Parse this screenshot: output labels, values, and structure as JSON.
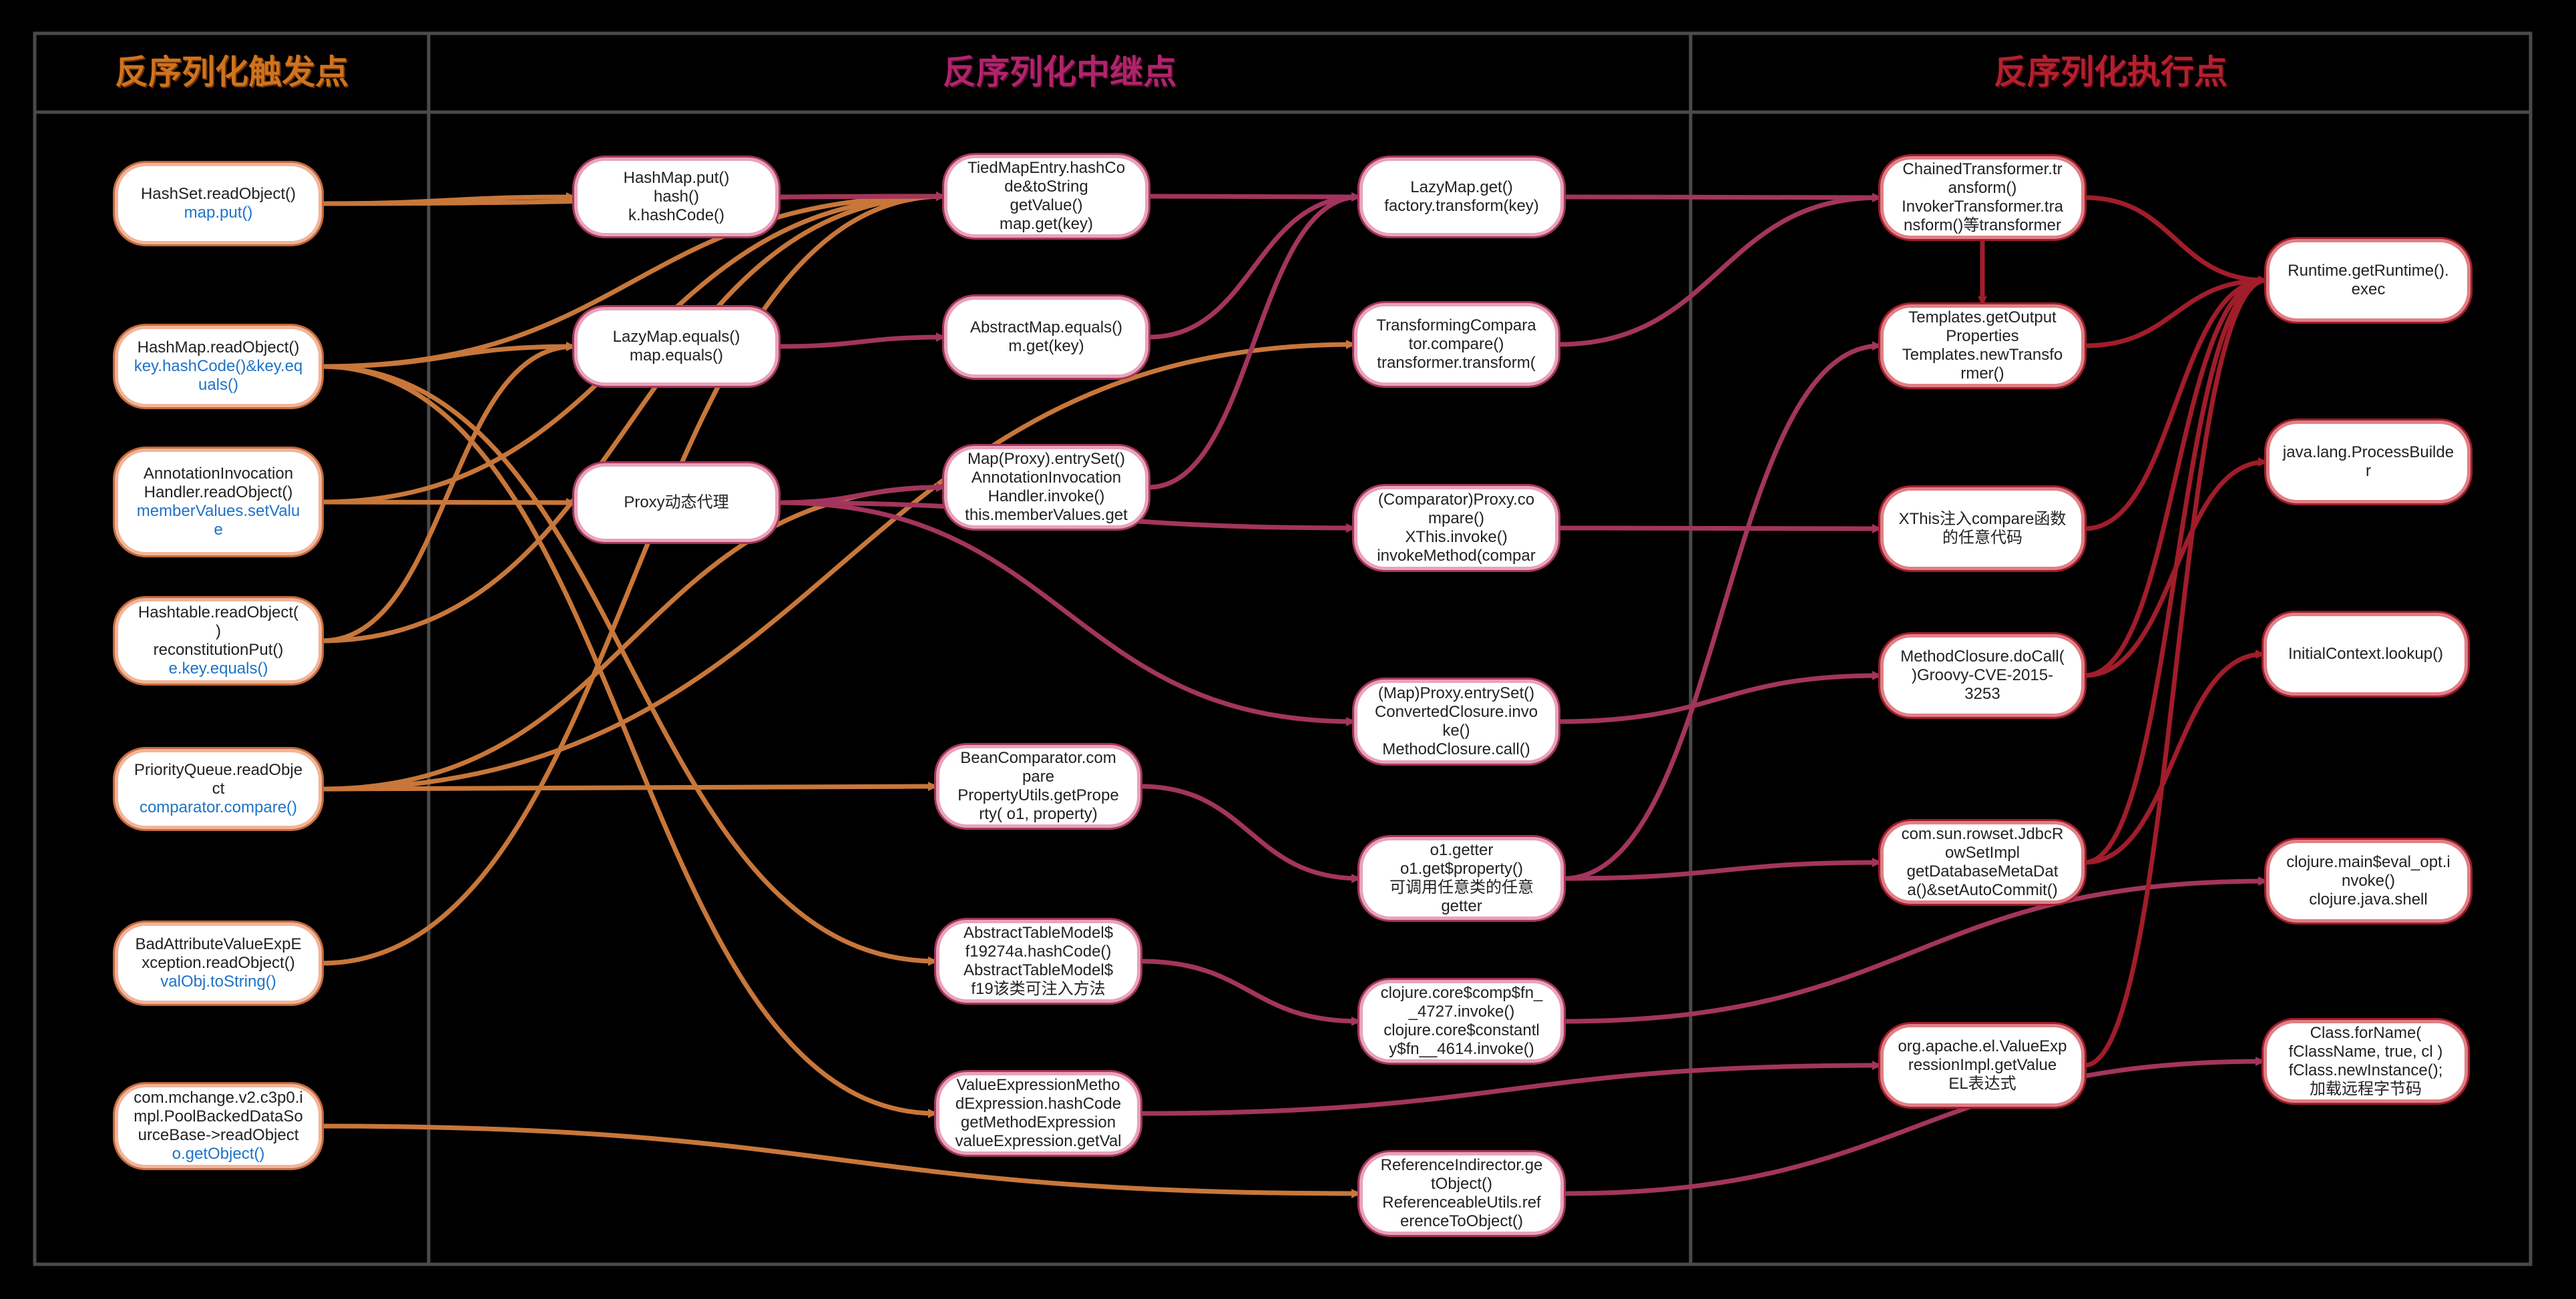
{
  "columns": {
    "trigger": "反序列化触发点",
    "chain": "反序列化中继点",
    "exec": "反序列化执行点"
  },
  "nodes": {
    "hs": {
      "lines": [
        "HashSet.readObject()"
      ],
      "blue": [
        "map.put()"
      ]
    },
    "hmr": {
      "lines": [
        "HashMap.readObject()"
      ],
      "blue": [
        "key.hashCode()&key.eq",
        "uals()"
      ]
    },
    "aih": {
      "lines": [
        "AnnotationInvocation",
        "Handler.readObject()"
      ],
      "blue": [
        "memberValues.setValu",
        "e"
      ]
    },
    "ht": {
      "lines": [
        "Hashtable.readObject(",
        ")",
        "reconstitutionPut()"
      ],
      "blue": [
        "e.key.equals()"
      ]
    },
    "pq": {
      "lines": [
        "PriorityQueue.readObje",
        "ct"
      ],
      "blue": [
        "comparator.compare()"
      ]
    },
    "bav": {
      "lines": [
        "BadAttributeValueExpE",
        "xception.readObject()"
      ],
      "blue": [
        "valObj.toString()"
      ]
    },
    "c3p0": {
      "lines": [
        "com.mchange.v2.c3p0.i",
        "mpl.PoolBackedDataSo",
        "urceBase->readObject"
      ],
      "blue": [
        "o.getObject()"
      ]
    },
    "hmp": {
      "lines": [
        "HashMap.put()",
        "hash()",
        "k.hashCode()"
      ]
    },
    "lme": {
      "lines": [
        "LazyMap.equals()",
        "map.equals()"
      ]
    },
    "proxy": {
      "lines": [
        "Proxy动态代理"
      ]
    },
    "tme": {
      "lines": [
        "TiedMapEntry.hashCo",
        "de&toString",
        "getValue()",
        "map.get(key)"
      ]
    },
    "ame": {
      "lines": [
        "AbstractMap.equals()",
        "m.get(key)"
      ]
    },
    "mpe": {
      "lines": [
        "Map(Proxy).entrySet()",
        "AnnotationInvocation",
        "Handler.invoke()",
        "this.memberValues.get"
      ]
    },
    "bc": {
      "lines": [
        "BeanComparator.com",
        "pare",
        "PropertyUtils.getPrope",
        "rty( o1, property)"
      ]
    },
    "atm": {
      "lines": [
        "AbstractTableModel$",
        "f19274a.hashCode()",
        "AbstractTableModel$",
        "f19该类可注入方法"
      ]
    },
    "vem": {
      "lines": [
        "ValueExpressionMetho",
        "dExpression.hashCode",
        "getMethodExpression",
        "valueExpression.getVal"
      ]
    },
    "lmg": {
      "lines": [
        "LazyMap.get()",
        "factory.transform(key)"
      ]
    },
    "tc": {
      "lines": [
        "TransformingCompara",
        "tor.compare()",
        "transformer.transform("
      ]
    },
    "cpc": {
      "lines": [
        "(Comparator)Proxy.co",
        "mpare()",
        "XThis.invoke()",
        "invokeMethod(compar"
      ]
    },
    "mpc": {
      "lines": [
        "(Map)Proxy.entrySet()",
        "ConvertedClosure.invo",
        "ke()",
        "MethodClosure.call()"
      ]
    },
    "o1": {
      "lines": [
        "o1.getter",
        "o1.get$property()",
        "可调用任意类的任意",
        "getter"
      ]
    },
    "clj": {
      "lines": [
        "clojure.core$comp$fn_",
        "_4727.invoke()",
        "clojure.core$constantl",
        "y$fn__4614.invoke()"
      ]
    },
    "ri": {
      "lines": [
        "ReferenceIndirector.ge",
        "tObject()",
        "ReferenceableUtils.ref",
        "erenceToObject()"
      ]
    },
    "ct": {
      "lines": [
        "ChainedTransformer.tr",
        "ansform()",
        "InvokerTransformer.tra",
        "nsform()等transformer"
      ]
    },
    "tpl": {
      "lines": [
        "Templates.getOutput",
        "Properties",
        "Templates.newTransfo",
        "rmer()"
      ]
    },
    "xthis": {
      "lines": [
        "XThis注入compare函数",
        "的任意代码"
      ]
    },
    "mcd": {
      "lines": [
        "MethodClosure.doCall(",
        ")Groovy-CVE-2015-",
        "3253"
      ]
    },
    "jdbc": {
      "lines": [
        "com.sun.rowset.JdbcR",
        "owSetImpl",
        "getDatabaseMetaDat",
        "a()&setAutoCommit()"
      ]
    },
    "el": {
      "lines": [
        "org.apache.el.ValueExp",
        "ressionImpl.getValue",
        "EL表达式"
      ]
    },
    "rt": {
      "lines": [
        "Runtime.getRuntime().",
        "exec"
      ]
    },
    "pb": {
      "lines": [
        "java.lang.ProcessBuilde",
        "r"
      ]
    },
    "ic": {
      "lines": [
        "InitialContext.lookup()"
      ]
    },
    "cm": {
      "lines": [
        "clojure.main$eval_opt.i",
        "nvoke()",
        "clojure.java.shell"
      ]
    },
    "cfn": {
      "lines": [
        "Class.forName(",
        "fClassName, true, cl )",
        "fClass.newInstance();",
        "加载远程字节码"
      ]
    }
  },
  "colors": {
    "background": "#000000",
    "frame": "#4a4a4a",
    "trigger_edge": "#c8773a",
    "chain_edge": "#a3355d",
    "exec_edge": "#a01d2a",
    "blue_text": "#1e73c8"
  }
}
